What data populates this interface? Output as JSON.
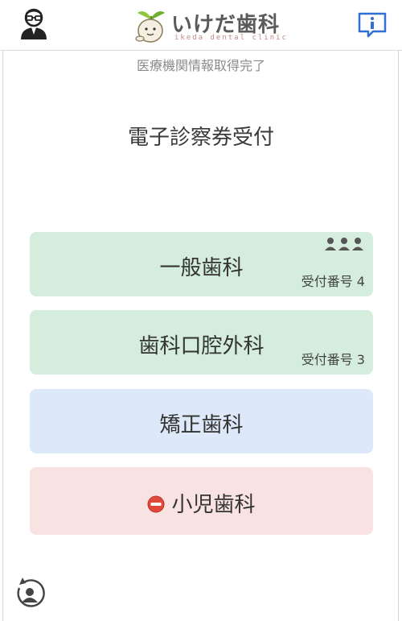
{
  "header": {
    "logo_title": "いけだ歯科",
    "logo_sub": "ikeda dental clinic",
    "user_icon": "user-icon",
    "info_icon": "info-icon"
  },
  "status": "医療機関情報取得完了",
  "page_title": "電子診察券受付",
  "departments": [
    {
      "label": "一般歯科",
      "number": "受付番号 4",
      "color": "#d5eddd",
      "waiting_icon": "people-icon"
    },
    {
      "label": "歯科口腔外科",
      "number": "受付番号 3",
      "color": "#d5eddd"
    },
    {
      "label": "矯正歯科",
      "color": "#dde9f9"
    },
    {
      "label": "小児歯科",
      "color": "#f8e2e2",
      "status_icon": "no-entry-icon"
    }
  ],
  "footer": {
    "refresh_icon": "refresh-user-icon"
  }
}
